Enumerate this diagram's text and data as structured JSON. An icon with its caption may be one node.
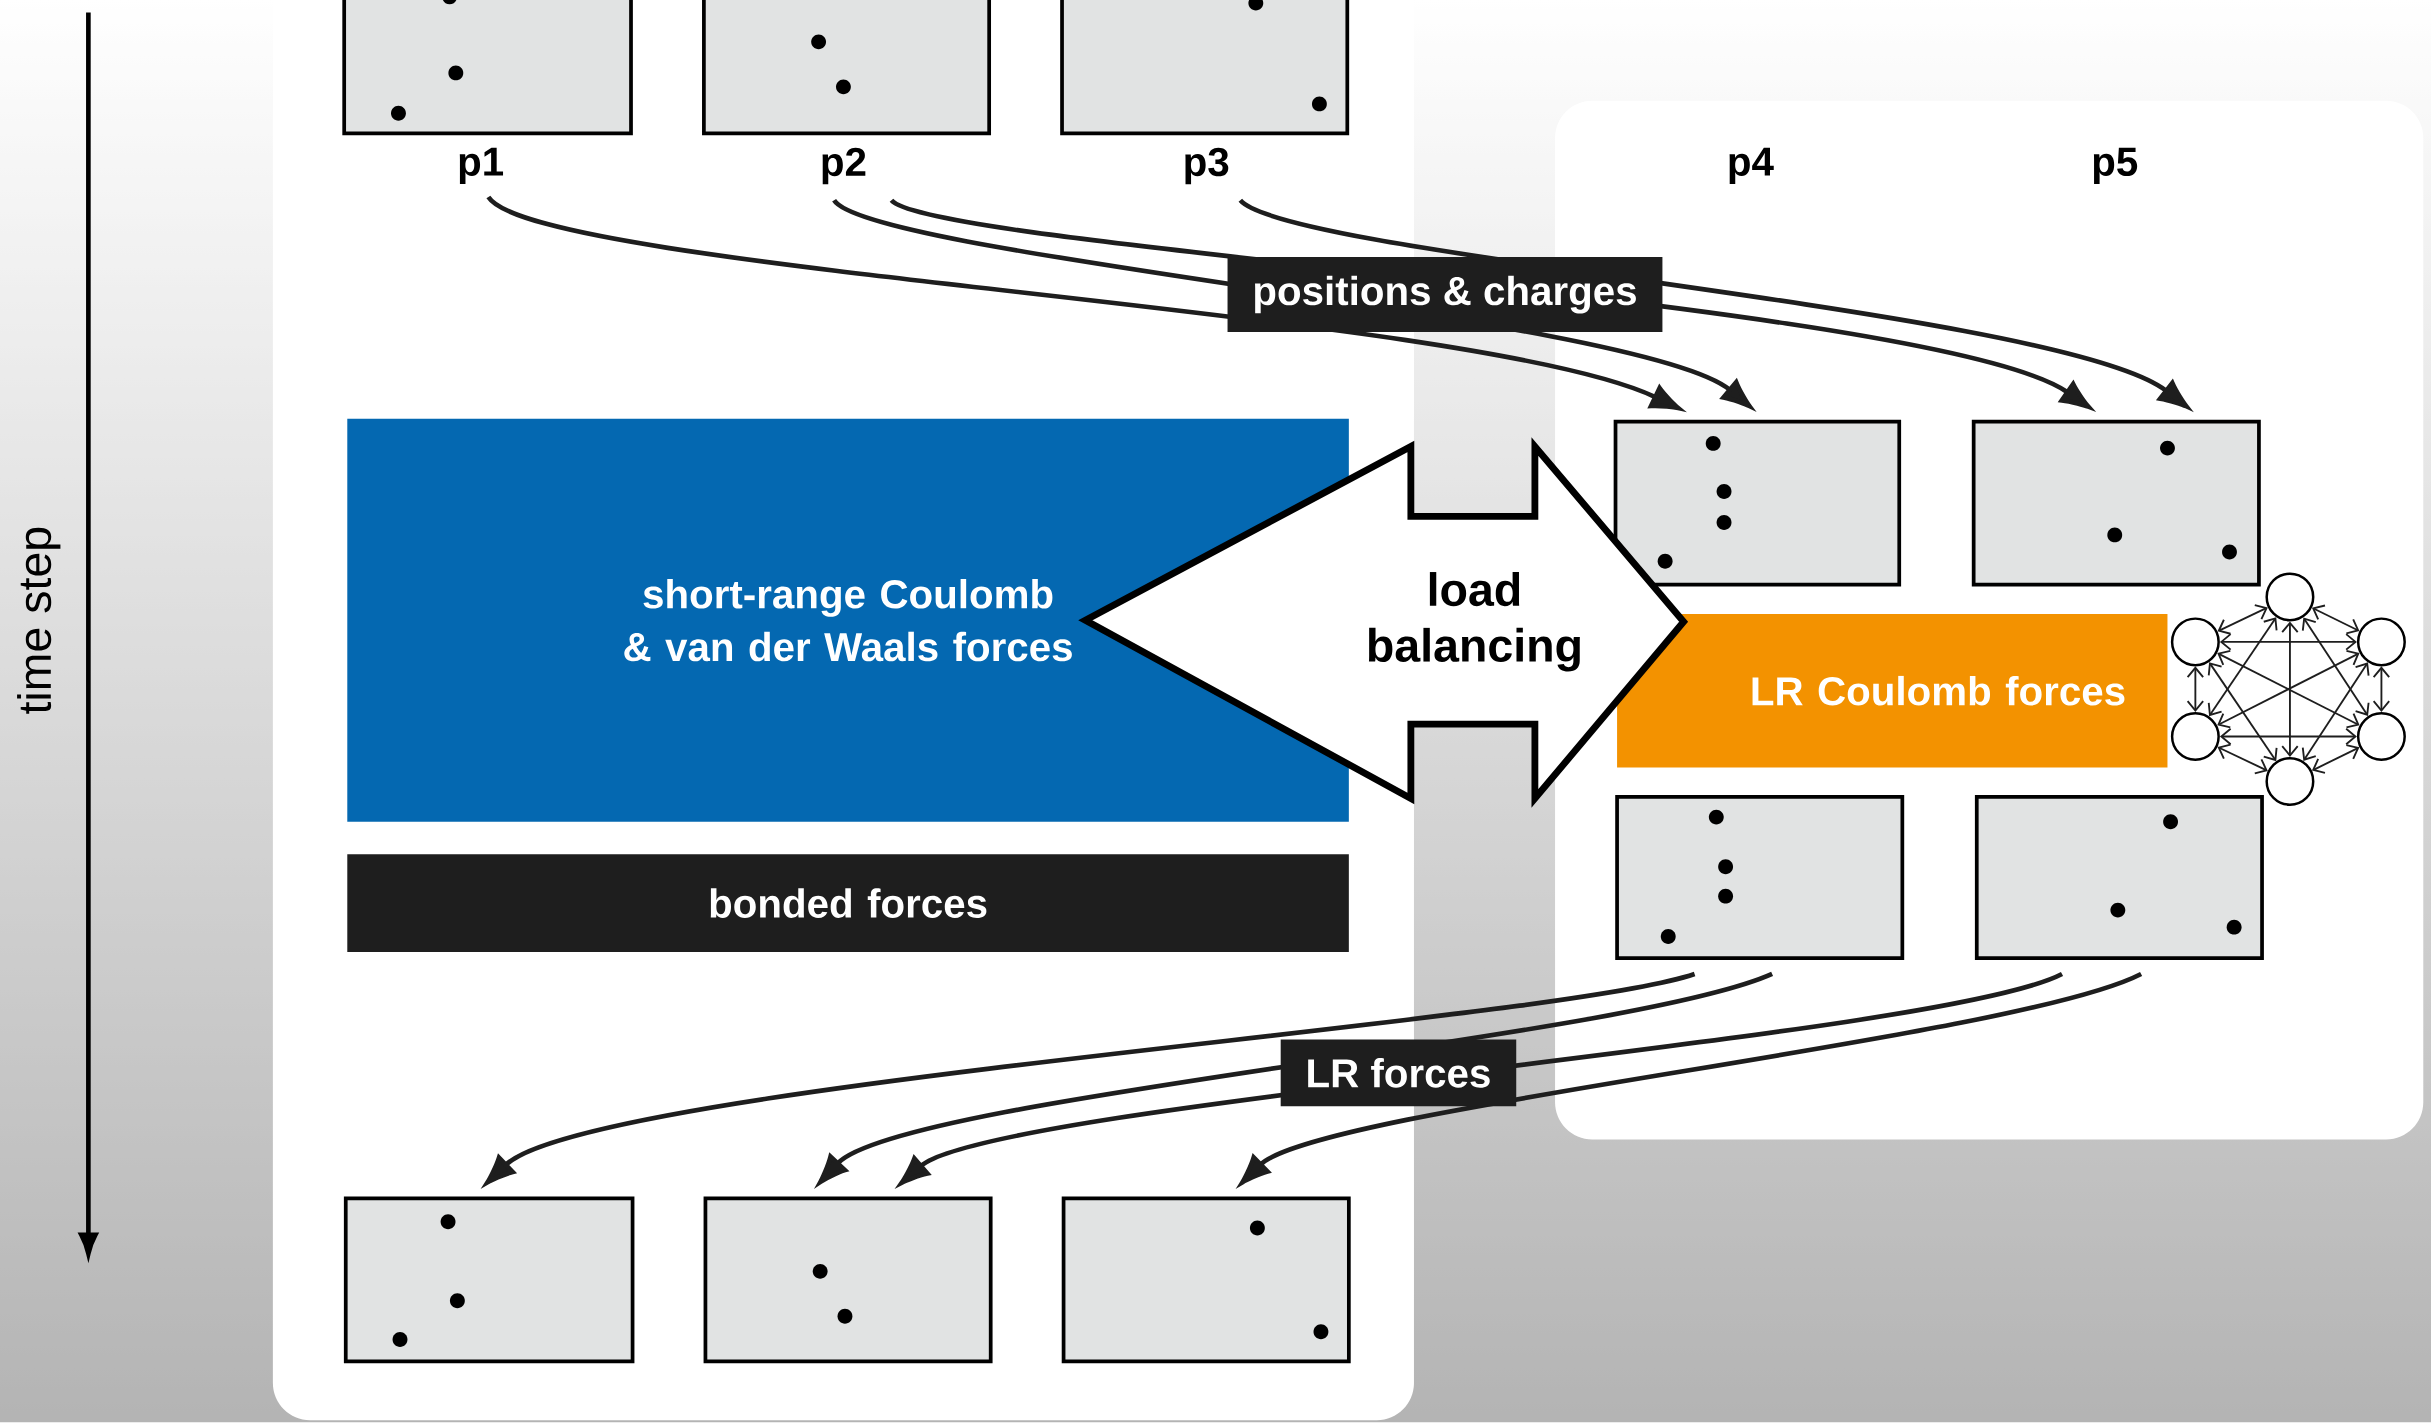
{
  "diagram": {
    "nodes": [
      {
        "text": [],
        "shape": "box"
      },
      {
        "text": [],
        "shape": "box"
      },
      {
        "text": [],
        "shape": "box"
      },
      {
        "text": [
          "p1"
        ]
      },
      {
        "text": [
          "p2"
        ]
      },
      {
        "text": [
          "p3"
        ]
      },
      {
        "text": [
          "short-range Coulomb & van der Waals forces"
        ]
      },
      {
        "text": [
          "bonded forces"
        ]
      },
      {
        "text": [],
        "shape": "box"
      },
      {
        "text": [],
        "shape": "box"
      },
      {
        "text": [
          "LR Coulomb forces"
        ]
      },
      {
        "text": [],
        "shape": "circle"
      },
      {
        "text": [],
        "shape": "circle"
      },
      {
        "text": [],
        "shape": "circle"
      },
      {
        "text": [],
        "shape": "circle"
      },
      {
        "text": [],
        "shape": "circle"
      },
      {
        "text": [],
        "shape": "circle"
      },
      {
        "text": [],
        "shape": "box"
      },
      {
        "text": [],
        "shape": "box"
      },
      {
        "text": [],
        "shape": "box"
      },
      {
        "text": [],
        "shape": "box"
      },
      {
        "text": [],
        "shape": "box"
      }
    ],
    "edges": [
      {
        "from": 3,
        "to": 8,
        "arrow": "to"
      },
      {
        "from": 4,
        "to": 8,
        "arrow": "to"
      },
      {
        "from": 4,
        "to": 9,
        "arrow": "to",
        "label": "positions & charges"
      },
      {
        "from": 5,
        "to": 9,
        "arrow": "to"
      },
      {
        "from": 17,
        "to": 19,
        "arrow": "to"
      },
      {
        "from": 17,
        "to": 20,
        "arrow": "to",
        "label": "LR forces"
      },
      {
        "from": 18,
        "to": 20,
        "arrow": "to"
      },
      {
        "from": 18,
        "to": 21,
        "arrow": "to"
      },
      {
        "from": 11,
        "to": 12,
        "arrow": "both"
      },
      {
        "from": 11,
        "to": 13,
        "arrow": "both"
      },
      {
        "from": 11,
        "to": 14,
        "arrow": "both"
      },
      {
        "from": 11,
        "to": 15,
        "arrow": "both"
      },
      {
        "from": 11,
        "to": 16,
        "arrow": "both"
      },
      {
        "from": 12,
        "to": 13,
        "arrow": "both"
      },
      {
        "from": 12,
        "to": 14,
        "arrow": "both"
      },
      {
        "from": 12,
        "to": 15,
        "arrow": "both"
      },
      {
        "from": 12,
        "to": 16,
        "arrow": "both"
      },
      {
        "from": 13,
        "to": 14,
        "arrow": "both"
      },
      {
        "from": 13,
        "to": 15,
        "arrow": "both"
      },
      {
        "from": 13,
        "to": 16,
        "arrow": "both"
      },
      {
        "from": 14,
        "to": 15,
        "arrow": "both"
      },
      {
        "from": 14,
        "to": 16,
        "arrow": "both"
      },
      {
        "from": 15,
        "to": 16,
        "arrow": "both"
      },
      {
        "from": 6,
        "to": 10,
        "arrow": "both",
        "label": "load balancing",
        "style": "thick"
      }
    ],
    "labels": [
      "p4",
      "p5",
      "time step"
    ]
  }
}
